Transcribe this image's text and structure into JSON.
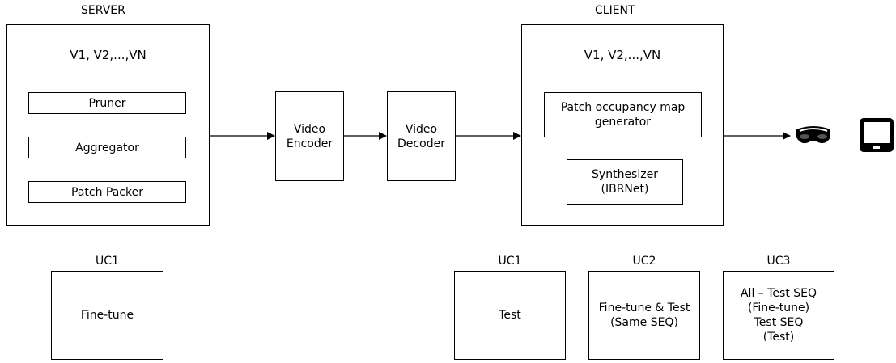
{
  "server": {
    "title": "SERVER",
    "views": "V1, V2,...,VN",
    "pruner": "Pruner",
    "aggregator": "Aggregator",
    "patch_packer": "Patch Packer"
  },
  "encoder": "Video\nEncoder",
  "decoder": "Video\nDecoder",
  "client": {
    "title": "CLIENT",
    "views": "V1, V2,...,VN",
    "occupancy": "Patch occupancy map\ngenerator",
    "synthesizer": "Synthesizer\n(IBRNet)"
  },
  "devices": [
    "headset-icon",
    "tablet-icon"
  ],
  "use_cases": {
    "server_uc1": {
      "title": "UC1",
      "body": "Fine-tune"
    },
    "client_uc1": {
      "title": "UC1",
      "body": "Test"
    },
    "client_uc2": {
      "title": "UC2",
      "body": "Fine-tune & Test\n(Same SEQ)"
    },
    "client_uc3": {
      "title": "UC3",
      "body": "All – Test SEQ\n(Fine-tune)\nTest SEQ\n(Test)"
    }
  }
}
